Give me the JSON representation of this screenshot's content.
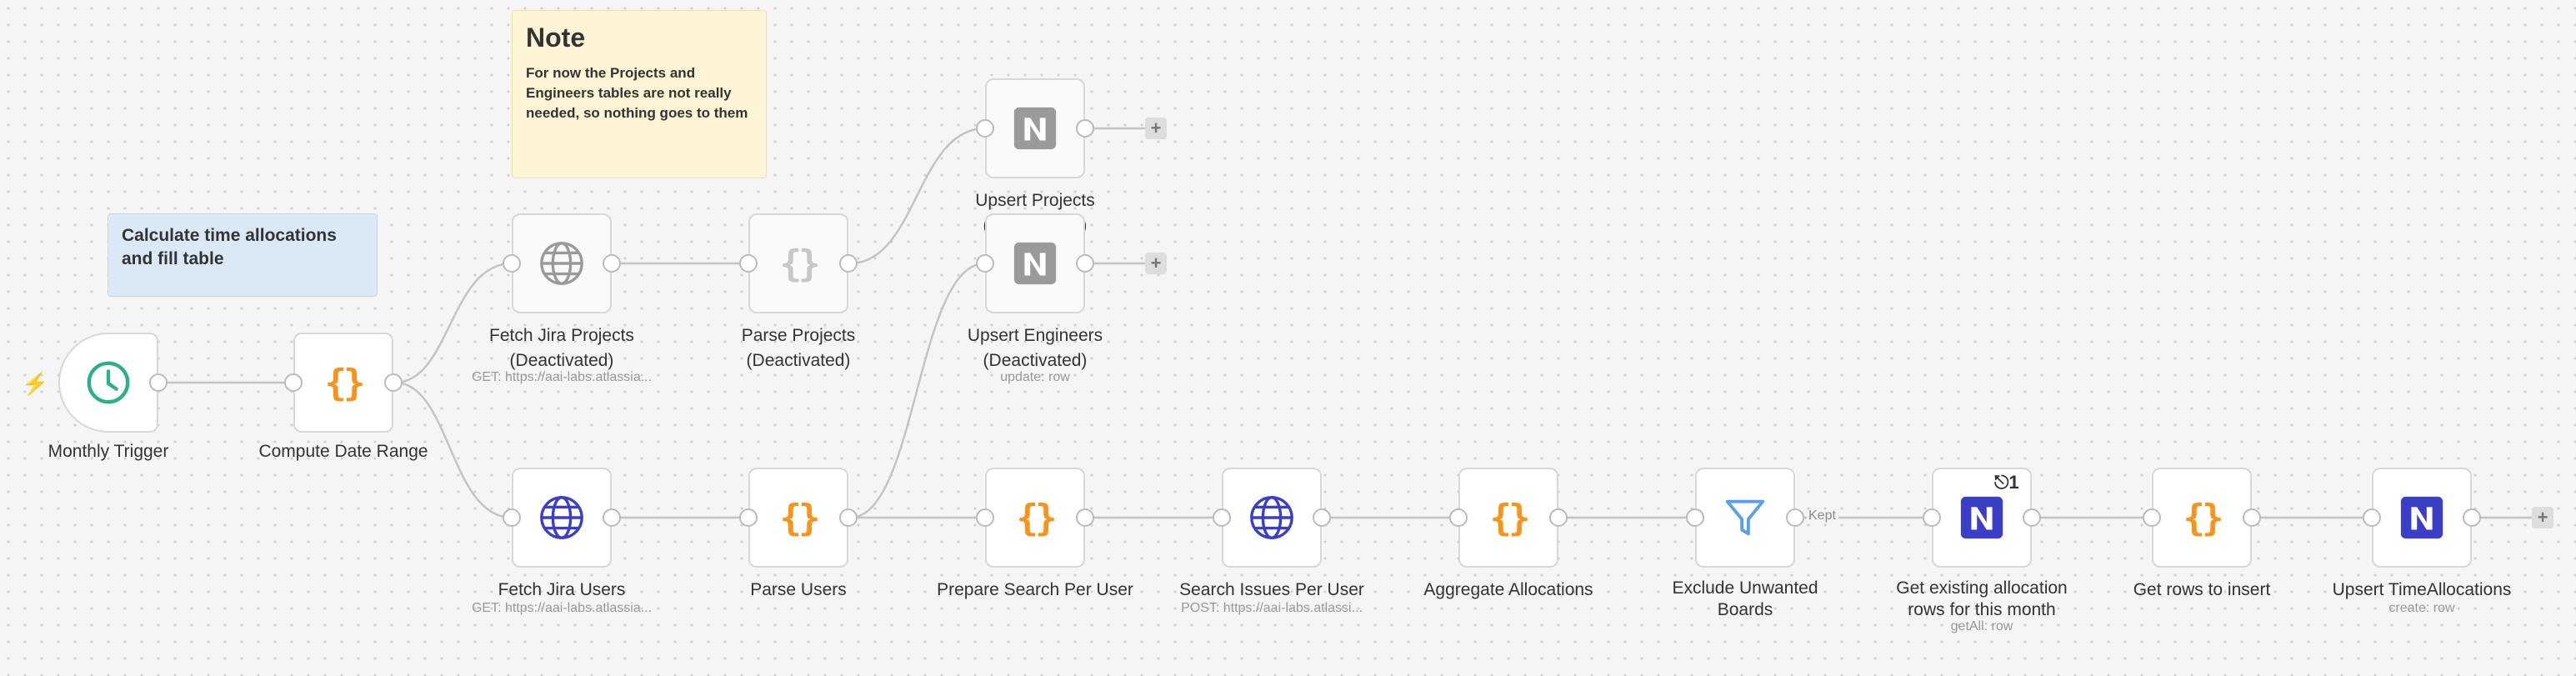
{
  "colors": {
    "orange": "#f7941d",
    "blue": "#3b3fc7",
    "teal": "#2bb089",
    "gray": "#9a9a9a",
    "lightblue": "#5aa0e8"
  },
  "notes": {
    "note": {
      "title": "Note",
      "body": "For now the Projects and Engineers tables are not really needed, so nothing goes to them"
    },
    "calc": {
      "body": "Calculate time allocations and fill table"
    }
  },
  "nodes": [
    {
      "id": "monthly_trigger",
      "label": "Monthly Trigger",
      "sub": "",
      "icon": "clock-icon"
    },
    {
      "id": "compute_date_range",
      "label": "Compute Date Range",
      "sub": "",
      "icon": "code-icon"
    },
    {
      "id": "fetch_jira_projects",
      "label": "Fetch Jira Projects (Deactivated)",
      "sub": "GET: https://aai-labs.atlassia...",
      "icon": "globe-icon"
    },
    {
      "id": "parse_projects",
      "label": "Parse Projects (Deactivated)",
      "sub": "",
      "icon": "code-icon"
    },
    {
      "id": "upsert_projects",
      "label": "Upsert Projects (Deactivated)",
      "sub": "",
      "icon": "notion-icon"
    },
    {
      "id": "upsert_engineers",
      "label": "Upsert Engineers (Deactivated)",
      "sub": "update: row",
      "icon": "notion-icon"
    },
    {
      "id": "fetch_jira_users",
      "label": "Fetch Jira Users",
      "sub": "GET: https://aai-labs.atlassia...",
      "icon": "globe-icon"
    },
    {
      "id": "parse_users",
      "label": "Parse Users",
      "sub": "",
      "icon": "code-icon"
    },
    {
      "id": "prepare_search_per_user",
      "label": "Prepare Search Per User",
      "sub": "",
      "icon": "code-icon"
    },
    {
      "id": "search_issues_per_user",
      "label": "Search Issues Per User",
      "sub": "POST: https://aai-labs.atlassi...",
      "icon": "globe-icon"
    },
    {
      "id": "aggregate_allocations",
      "label": "Aggregate Allocations",
      "sub": "",
      "icon": "code-icon"
    },
    {
      "id": "exclude_unwanted_boards",
      "label": "Exclude Unwanted Boards",
      "sub": "",
      "icon": "filter-icon"
    },
    {
      "id": "get_existing_allocation_rows",
      "label": "Get existing allocation rows for this month",
      "sub": "getAll: row",
      "icon": "notion-icon"
    },
    {
      "id": "get_rows_to_insert",
      "label": "Get rows to insert",
      "sub": "",
      "icon": "code-icon"
    },
    {
      "id": "upsert_time_allocations",
      "label": "Upsert TimeAllocations",
      "sub": "create: row",
      "icon": "notion-icon"
    }
  ],
  "edge_labels": {
    "kept": "Kept"
  },
  "badge": "1"
}
